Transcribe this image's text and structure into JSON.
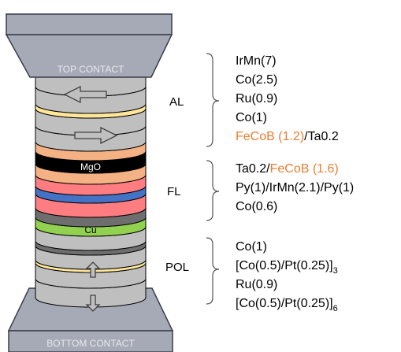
{
  "contacts": {
    "top": "TOP CONTACT",
    "bottom": "BOTTOM CONTACT"
  },
  "stack_labels": {
    "mgo": "MgO",
    "cu": "Cu"
  },
  "groups": [
    {
      "label": "AL",
      "lines": [
        [
          {
            "text": "IrMn(7)",
            "color": "#000000"
          }
        ],
        [
          {
            "text": "Co(2.5)",
            "color": "#000000"
          }
        ],
        [
          {
            "text": "Ru(0.9)",
            "color": "#000000"
          }
        ],
        [
          {
            "text": "Co(1)",
            "color": "#000000"
          }
        ],
        [
          {
            "text": "FeCoB (1.2)",
            "color": "#ed7d31"
          },
          {
            "text": "/Ta0.2",
            "color": "#000000"
          }
        ]
      ]
    },
    {
      "label": "FL",
      "lines": [
        [
          {
            "text": "Ta0.2/",
            "color": "#000000"
          },
          {
            "text": "FeCoB (1.6)",
            "color": "#ed7d31"
          }
        ],
        [
          {
            "text": "Py(1)/IrMn(2.1)/Py(1)",
            "color": "#000000"
          }
        ],
        [
          {
            "text": "Co(0.6)",
            "color": "#000000"
          }
        ]
      ]
    },
    {
      "label": "POL",
      "lines": [
        [
          {
            "text": "Co(1)",
            "color": "#000000"
          }
        ],
        [
          {
            "text": "[Co(0.5)/Pt(0.25)]",
            "color": "#000000"
          },
          {
            "text": "3",
            "color": "#000000",
            "sub": true
          }
        ],
        [
          {
            "text": "Ru(0.9)",
            "color": "#000000"
          }
        ],
        [
          {
            "text": "[Co(0.5)/Pt(0.25)]",
            "color": "#000000"
          },
          {
            "text": "6",
            "color": "#000000",
            "sub": true
          }
        ]
      ]
    }
  ],
  "colors": {
    "contact_fill": "#a6a9b6",
    "contact_stroke": "#3a3d4a",
    "contact_text": "#e8e9ee",
    "gray_layer": "#bfbfbf",
    "gold_layer": "#ffe699",
    "orange_layer": "#f4b183",
    "black_layer": "#000000",
    "red_layer": "#ff7c80",
    "blue_layer": "#4472c4",
    "dark_gray_layer": "#6e6e6e",
    "green_layer": "#92d050",
    "accent_orange": "#ed7d31"
  }
}
